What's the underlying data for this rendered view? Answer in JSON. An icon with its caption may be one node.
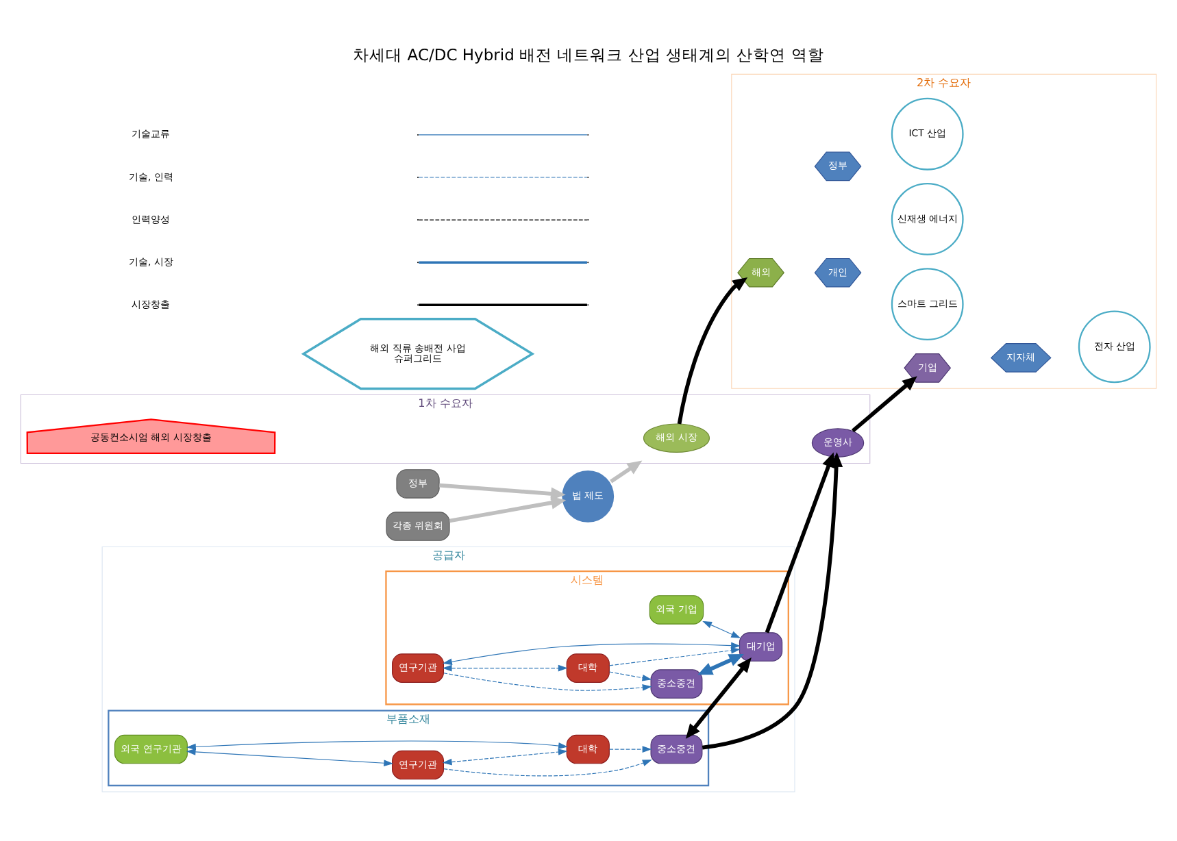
{
  "diagram": {
    "title": "차세대 AC/DC Hybrid 배전 네트워크 산업 생태계의 산학연 역할",
    "nodes": [
      {
        "text": [
          "공급자"
        ]
      },
      {
        "text": [
          "시스템"
        ],
        "in": 0
      },
      {
        "text": [
          "외국 기업"
        ],
        "in": 1
      },
      {
        "text": [
          "중소중견"
        ],
        "in": 1
      },
      {
        "text": [
          "연구기관"
        ],
        "in": 1
      },
      {
        "text": [
          "대기업"
        ],
        "in": 1
      },
      {
        "text": [
          "대학"
        ],
        "in": 1
      },
      {
        "text": [
          "부품소재"
        ],
        "in": 0
      },
      {
        "text": [
          "연구기관"
        ],
        "in": 7
      },
      {
        "text": [
          "대학"
        ],
        "in": 7
      },
      {
        "text": [
          "외국 연구기관"
        ],
        "in": 7
      },
      {
        "text": [
          "중소중견"
        ],
        "in": 7
      },
      {
        "text": [
          "1차 수요자"
        ]
      },
      {
        "text": [
          "해외 시장"
        ],
        "in": 12
      },
      {
        "text": [
          "운영사"
        ],
        "in": 12
      },
      {
        "text": [
          "2차 수요자"
        ]
      },
      {
        "text": [
          "해외 직류 송배전 사업",
          "슈퍼그리드"
        ]
      },
      {
        "text": [
          "해외"
        ],
        "in": 15
      },
      {
        "text": [
          "기업"
        ],
        "in": 15
      },
      {
        "text": [
          "개인"
        ],
        "in": 15
      },
      {
        "text": [
          "정부"
        ],
        "in": 15
      },
      {
        "text": [
          "지자체"
        ],
        "in": 15
      },
      {
        "text": [
          "스마트 그리드"
        ],
        "in": 15
      },
      {
        "text": [
          "신재생 에너지"
        ],
        "in": 15
      },
      {
        "text": [
          "ICT 산업"
        ],
        "in": 15
      },
      {
        "text": [
          "전자 산업"
        ],
        "in": 15
      },
      {
        "text": [
          "공동컨소시엄 해외 시장창출"
        ],
        "in": 12
      },
      {
        "text": [
          "정부"
        ]
      },
      {
        "text": [
          "법 제도"
        ]
      },
      {
        "text": [
          "각종 위원회"
        ]
      }
    ],
    "edges": [
      {
        "from": 2,
        "to": 5,
        "arrow": "both"
      },
      {
        "from": 3,
        "to": 5,
        "arrow": "both",
        "style": "thick"
      },
      {
        "from": 4,
        "to": 3,
        "arrow": "to",
        "style": "dashed"
      },
      {
        "from": 4,
        "to": 5,
        "arrow": "both"
      },
      {
        "from": 4,
        "to": 6,
        "arrow": "both",
        "style": "dashed"
      },
      {
        "from": 6,
        "to": 5,
        "arrow": "to",
        "style": "dashed"
      },
      {
        "from": 6,
        "to": 3,
        "arrow": "to",
        "style": "dashed"
      },
      {
        "from": 8,
        "to": 11,
        "arrow": "to",
        "style": "dashed"
      },
      {
        "from": 9,
        "to": 11,
        "arrow": "to",
        "style": "dashed"
      },
      {
        "from": 8,
        "to": 9,
        "arrow": "both",
        "style": "dashed"
      },
      {
        "from": 10,
        "to": 8,
        "arrow": "both"
      },
      {
        "from": 10,
        "to": 9,
        "arrow": "both"
      },
      {
        "from": 11,
        "to": 5,
        "arrow": "both",
        "style": "thick",
        "color": "#000000"
      },
      {
        "from": 5,
        "to": 14,
        "arrow": "to",
        "style": "thick",
        "color": "#000000"
      },
      {
        "from": 11,
        "to": 14,
        "arrow": "to",
        "style": "thick",
        "color": "#000000"
      },
      {
        "from": 13,
        "to": 17,
        "arrow": "to",
        "style": "thick",
        "color": "#000000"
      },
      {
        "from": 14,
        "to": 18,
        "arrow": "to",
        "style": "thick",
        "color": "#000000"
      },
      {
        "from": 27,
        "to": 28,
        "arrow": "to",
        "style": "thick",
        "color": "#bfbfbf"
      },
      {
        "from": 29,
        "to": 28,
        "arrow": "to",
        "style": "thick",
        "color": "#bfbfbf"
      },
      {
        "from": 28,
        "to": 12,
        "arrow": "to",
        "style": "thick",
        "color": "#bfbfbf"
      }
    ],
    "legend": [
      {
        "text": "기술교류"
      },
      {
        "text": "기술, 인력"
      },
      {
        "text": "인력양성"
      },
      {
        "text": "기술, 시장"
      },
      {
        "text": "시장창출"
      }
    ]
  }
}
